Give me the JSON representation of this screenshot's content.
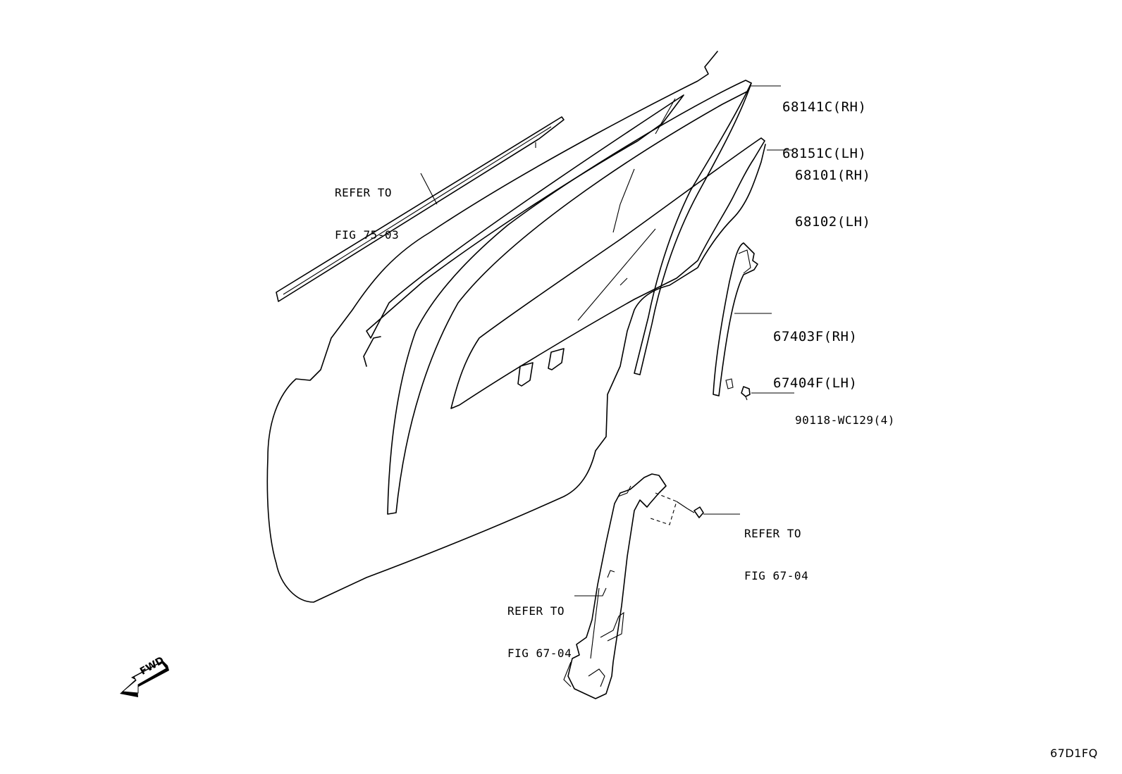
{
  "diagram": {
    "callouts": [
      {
        "id": "window-frame-seal",
        "line1": "68141C(RH)",
        "line2": "68151C(LH)"
      },
      {
        "id": "door-glass",
        "line1": "68101(RH)",
        "line2": "68102(LH)"
      },
      {
        "id": "glass-run-channel",
        "line1": "67403F(RH)",
        "line2": "67404F(LH)"
      },
      {
        "id": "bolt",
        "line1": "90118-WC129(4)"
      },
      {
        "id": "refer-belt-molding",
        "line1": "REFER TO",
        "line2": "FIG 75-03"
      },
      {
        "id": "refer-regulator-bolt",
        "line1": "REFER TO",
        "line2": "FIG 67-04"
      },
      {
        "id": "refer-regulator",
        "line1": "REFER TO",
        "line2": "FIG 67-04"
      }
    ],
    "fwd_arrow_text": "FWD",
    "figure_ref": "67D1FQ"
  }
}
